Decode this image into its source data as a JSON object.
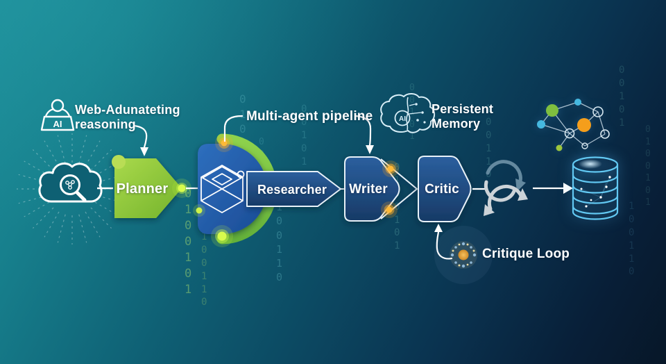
{
  "title": "Multi-agent pipeline diagram",
  "stages": {
    "planner": "Planner",
    "researcher": "Researcher",
    "writer": "Writer",
    "critic": "Critic"
  },
  "annotations": {
    "web_reasoning_line1": "Web-Adunateting",
    "web_reasoning_line2": "reasoning",
    "pipeline": "Multi-agent pipeline",
    "memory_line1": "Persistent",
    "memory_line2": "Memory",
    "critique": "Critique Loop"
  },
  "icon_text": {
    "laptop_ai": "AI",
    "brain_ai": "AI"
  },
  "icons": {
    "left_input": "cloud-search-icon",
    "web_reasoning": "person-ai-laptop-icon",
    "memory": "brain-ai-icon",
    "top_right": "network-graph-icon",
    "hub": "cube-wireframe-icon",
    "loop": "sync-s-loop-icon",
    "output": "database-icon",
    "critique": "critique-spark-icon"
  },
  "colors": {
    "bg_teal": "#1d8e99",
    "bg_navy": "#071a30",
    "planner_green": "#8fc63f",
    "planner_accent": "#b9dd55",
    "hub_blue": "#2265b2",
    "stage_blue": "#1d4a7c",
    "arc_green": "#7cc143",
    "glow_green": "#d7fb4d",
    "glow_orange": "#ffb300",
    "outline_white": "#e8f1f8",
    "db_cyan": "#62c8f2",
    "node_cyan": "#45b8e0",
    "node_green": "#7fbf3f",
    "node_orange": "#f59e1b"
  },
  "background": {
    "binary_a": "0\n1\n0\n0\n1\n0\n1",
    "binary_b": "1\n0\n0\n1\n1\n0",
    "binary_c": "0\n0\n1\n0\n1"
  }
}
